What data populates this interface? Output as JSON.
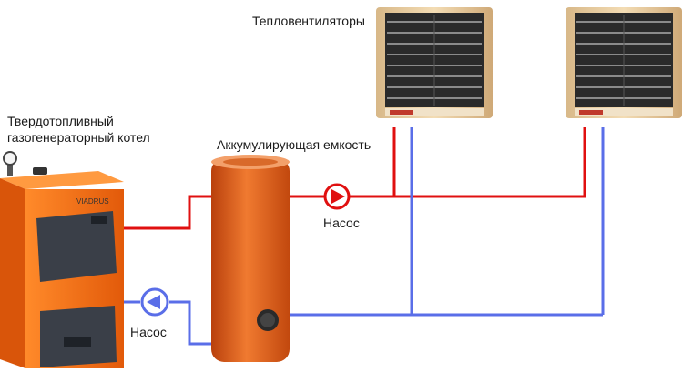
{
  "labels": {
    "heaters": "Тепловентиляторы",
    "boiler_line1": "Твердотопливный",
    "boiler_line2": "газогенераторный котел",
    "tank": "Аккумулирующая емкость",
    "pump_hot": "Насос",
    "pump_cold": "Насос"
  },
  "colors": {
    "supply": "#e01010",
    "return": "#5a6ee8",
    "boiler_body": "#f06a10",
    "tank_body": "#e45a14",
    "heater_frame": "#e6cba0",
    "heater_panel": "#2a2a2a"
  }
}
